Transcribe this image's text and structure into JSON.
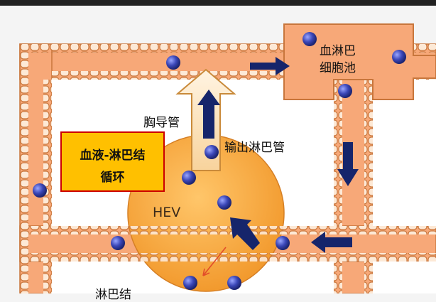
{
  "diagram": {
    "labels": {
      "lymph_sinus": "血淋巴\n细胞池",
      "lymph_sinus_line1": "血淋巴",
      "lymph_sinus_line2": "细胞池",
      "thoracic_duct": "胸导管",
      "efferent_lymph": "输出淋巴管",
      "hev": "HEV",
      "bottom_partial": "淋巴结"
    },
    "callout": {
      "line1": "血液-淋巴结",
      "line2": "循环"
    },
    "colors": {
      "vessel": "#f7a878",
      "vessel_edge": "#c8763c",
      "hev_sphere": "#f5a23a",
      "lymphocyte": "#2f3a9a",
      "arrow": "#16256b",
      "callout_fill": "#ffc000",
      "callout_border": "#cc0000"
    },
    "icons": [
      "lymphocyte-icon",
      "flow-arrow-icon",
      "outflow-arrow-icon"
    ]
  }
}
